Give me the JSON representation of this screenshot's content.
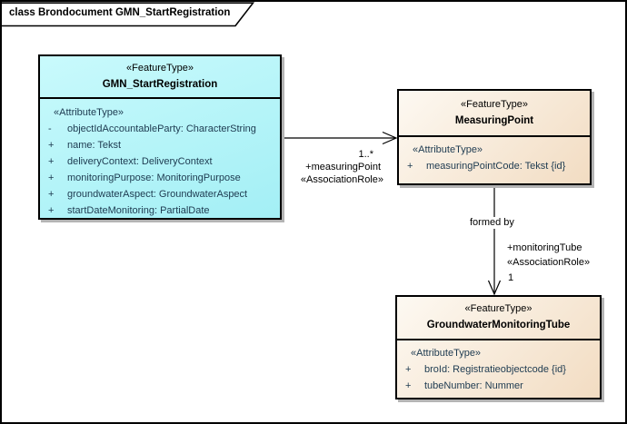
{
  "frame": {
    "title": "class Brondocument GMN_StartRegistration"
  },
  "colors": {
    "cyan-top": "#c9fafc",
    "cyan-bottom": "#a3eff5",
    "tan-light": "#fdf9f2",
    "tan-dark": "#f2dcc2",
    "attr-text": "#1d3a50",
    "shadow": "#b4b4b4",
    "line": "#000000"
  },
  "classes": {
    "gmn": {
      "stereotype": "«FeatureType»",
      "name": "GMN_StartRegistration",
      "section_label": "«AttributeType»",
      "attributes": [
        {
          "vis": "-",
          "text": "objectIdAccountableParty: CharacterString"
        },
        {
          "vis": "+",
          "text": "name: Tekst"
        },
        {
          "vis": "+",
          "text": "deliveryContext: DeliveryContext"
        },
        {
          "vis": "+",
          "text": "monitoringPurpose: MonitoringPurpose"
        },
        {
          "vis": "+",
          "text": "groundwaterAspect: GroundwaterAspect"
        },
        {
          "vis": "+",
          "text": "startDateMonitoring: PartialDate"
        }
      ]
    },
    "measuring_point": {
      "stereotype": "«FeatureType»",
      "name": "MeasuringPoint",
      "section_label": "«AttributeType»",
      "attributes": [
        {
          "vis": "+",
          "text": "measuringPointCode: Tekst {id}"
        }
      ]
    },
    "monitoring_tube": {
      "stereotype": "«FeatureType»",
      "name": "GroundwaterMonitoringTube",
      "section_label": "«AttributeType»",
      "attributes": [
        {
          "vis": "+",
          "text": "broId: Registratieobjectcode {id}"
        },
        {
          "vis": "+",
          "text": "tubeNumber: Nummer"
        }
      ]
    }
  },
  "associations": {
    "to_measuring_point": {
      "multiplicity": "1..*",
      "role": "+measuringPoint",
      "stereotype": "«AssociationRole»"
    },
    "to_monitoring_tube": {
      "name": "formed by",
      "role": "+monitoringTube",
      "stereotype": "«AssociationRole»",
      "multiplicity": "1"
    }
  }
}
